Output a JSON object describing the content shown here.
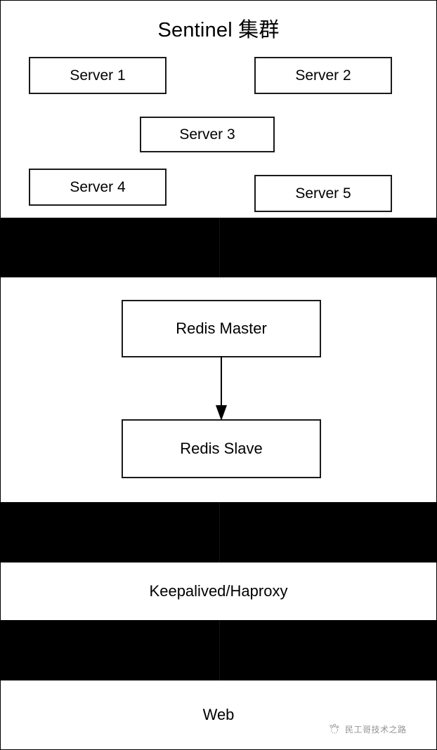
{
  "diagram": {
    "type": "architecture-diagram",
    "background": "#ffffff",
    "border_color": "#000000",
    "sections": [
      {
        "id": "sentinel",
        "kind": "white",
        "title": "Sentinel 集群"
      },
      {
        "id": "gap1",
        "kind": "black",
        "title": ""
      },
      {
        "id": "redis",
        "kind": "white",
        "title": ""
      },
      {
        "id": "gap2",
        "kind": "black",
        "title": ""
      },
      {
        "id": "keepalived",
        "kind": "white",
        "title": "Keepalived/Haproxy"
      },
      {
        "id": "gap3",
        "kind": "black",
        "title": ""
      },
      {
        "id": "web",
        "kind": "white",
        "title": "Web"
      }
    ]
  },
  "sentinel": {
    "title": "Sentinel 集群",
    "nodes": [
      {
        "label": "Server 1"
      },
      {
        "label": "Server 2"
      },
      {
        "label": "Server 3"
      },
      {
        "label": "Server 4"
      },
      {
        "label": "Server 5"
      }
    ]
  },
  "redis": {
    "master": {
      "label": "Redis Master"
    },
    "slave": {
      "label": "Redis Slave"
    },
    "edges": [
      {
        "from": "Redis Master",
        "to": "Redis Slave",
        "style": "solid-arrow",
        "direction": "down"
      }
    ]
  },
  "keepalived": {
    "label": "Keepalived/Haproxy"
  },
  "web": {
    "label": "Web"
  },
  "watermark": {
    "text": "民工哥技术之路",
    "icon": "paw-logo-icon"
  },
  "colors": {
    "stroke": "#1a1a1a",
    "fill": "#ffffff",
    "band_black": "#000000",
    "text": "#000000"
  }
}
